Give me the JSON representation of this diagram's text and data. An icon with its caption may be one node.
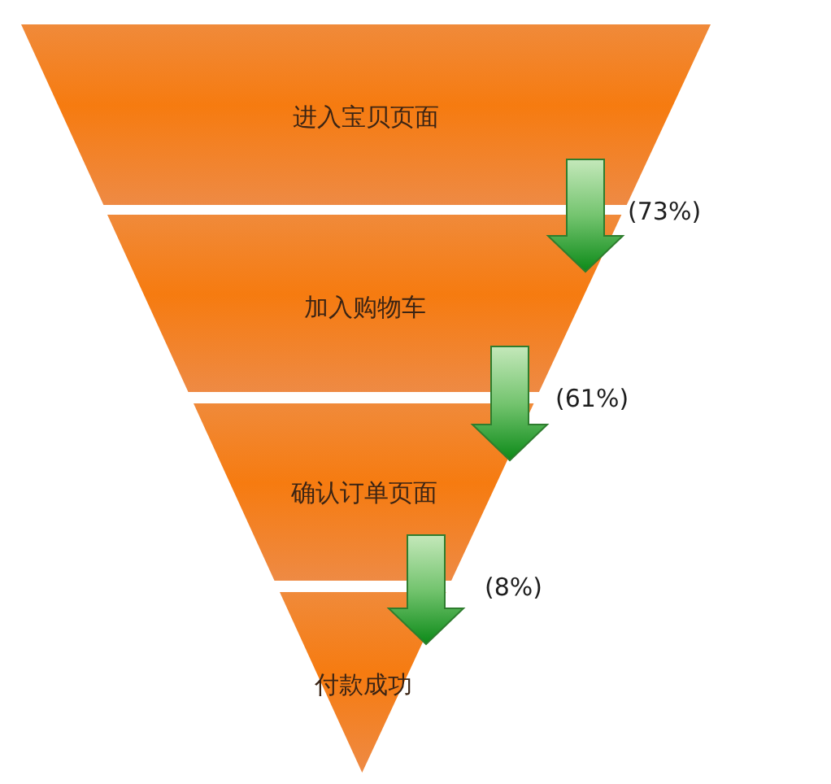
{
  "diagram": {
    "nodes": [
      {
        "text": [
          "进入宝贝页面"
        ]
      },
      {
        "text": [
          "加入购物车"
        ]
      },
      {
        "text": [
          "确认订单页面"
        ]
      },
      {
        "text": [
          "付款成功"
        ]
      }
    ],
    "edges": [
      {
        "from": 0,
        "to": 1,
        "arrow": "to",
        "label": "(73%)"
      },
      {
        "from": 1,
        "to": 2,
        "arrow": "to",
        "label": "(61%)"
      },
      {
        "from": 2,
        "to": 3,
        "arrow": "to",
        "label": "(8%)"
      }
    ]
  }
}
